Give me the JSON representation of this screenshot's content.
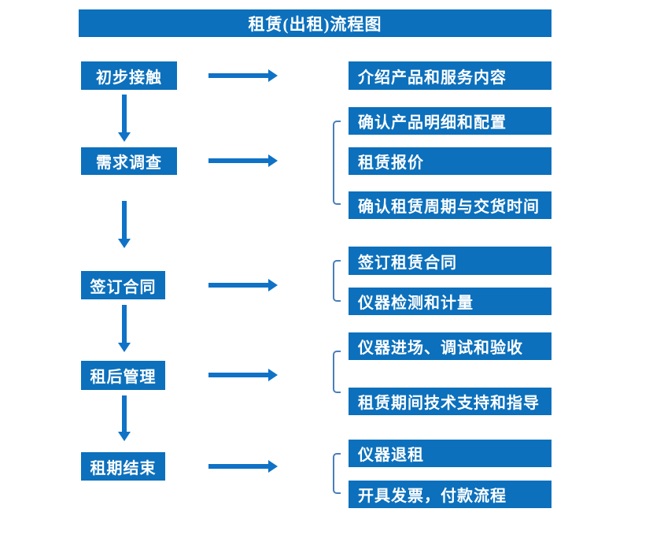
{
  "title": "租赁(出租)流程图",
  "colors": {
    "box_blue": "#0C70BC",
    "arrow_blue": "#0F72C6",
    "bracket_blue": "#4A7EBA",
    "text": "#FFFFFF",
    "background": "#FFFFFF"
  },
  "flow": {
    "steps": [
      {
        "label": "初步接触",
        "details": [
          "介绍产品和服务内容"
        ]
      },
      {
        "label": "需求调查",
        "details": [
          "确认产品明细和配置",
          "租赁报价",
          "确认租赁周期与交货时间"
        ]
      },
      {
        "label": "签订合同",
        "details": [
          "签订租赁合同",
          "仪器检测和计量"
        ]
      },
      {
        "label": "租后管理",
        "details": [
          "仪器进场、调试和验收",
          "租赁期间技术支持和指导"
        ]
      },
      {
        "label": "租期结束",
        "details": [
          "仪器退租",
          "开具发票，付款流程"
        ]
      }
    ]
  }
}
